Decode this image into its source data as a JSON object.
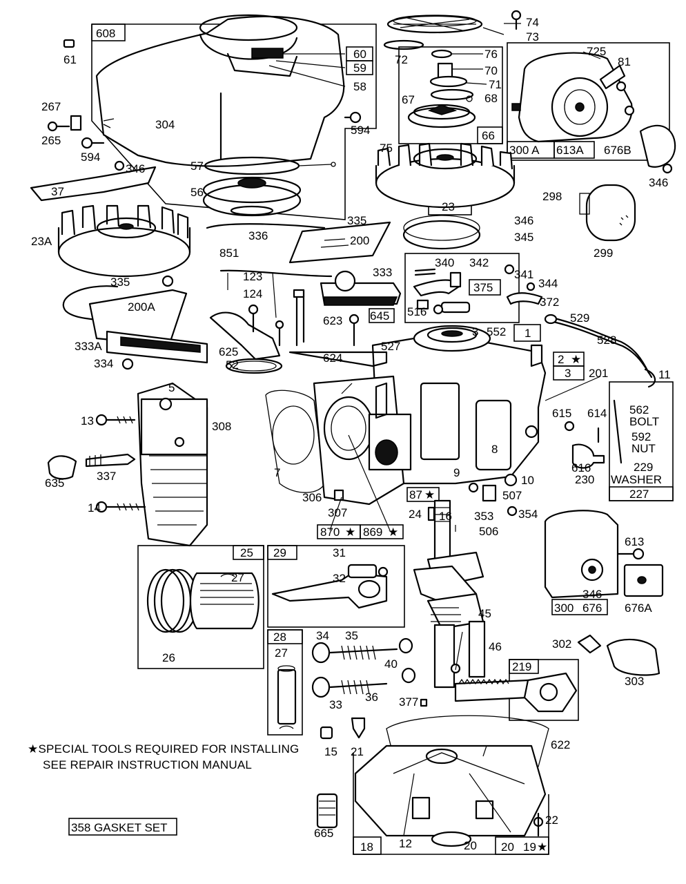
{
  "labels": {
    "l608": "608",
    "l60": "60",
    "l59": "59",
    "l58": "58",
    "l61": "61",
    "l304": "304",
    "l267": "267",
    "l265": "265",
    "l594a": "594",
    "l594b": "594",
    "l346a": "346",
    "l37": "37",
    "l57": "57",
    "l56": "56",
    "l74": "74",
    "l73": "73",
    "l72": "72",
    "l76": "76",
    "l70": "70",
    "l71": "71",
    "l67": "67",
    "l68": "68",
    "l66": "66",
    "l725": "725",
    "l81": "81",
    "l300A": "300 A",
    "l613A": "613A",
    "l676B": "676B",
    "l346b": "346",
    "l75": "75",
    "l23": "23",
    "l23A": "23A",
    "l336": "336",
    "l335a": "335",
    "l200": "200",
    "l346c": "346",
    "l345": "345",
    "l298": "298",
    "l299": "299",
    "l851": "851",
    "l335b": "335",
    "l333": "333",
    "l123": "123",
    "l124": "124",
    "l200A": "200A",
    "l333A": "333A",
    "l334": "334",
    "l340": "340",
    "l342": "342",
    "l341": "341",
    "l375": "375",
    "l344": "344",
    "l516": "516",
    "l372": "372",
    "l645": "645",
    "l623": "623",
    "l529": "529",
    "l528": "528",
    "l3a": "3",
    "l552": "552",
    "l1": "1",
    "l625": "625",
    "l52": "52",
    "l624": "624",
    "l527": "527",
    "l2": "2",
    "l3b": "3",
    "l201": "201",
    "l11": "11",
    "l5": "5",
    "l308": "308",
    "l13": "13",
    "l635": "635",
    "l337": "337",
    "l14": "14",
    "l7": "7",
    "l306": "306",
    "l307": "307",
    "l870": "870",
    "l869": "869",
    "l8": "8",
    "l9": "9",
    "l10": "10",
    "l507": "507",
    "l87": "87",
    "l24": "24",
    "l353": "353",
    "l354": "354",
    "l506": "506",
    "l16": "16",
    "l615": "615",
    "l614": "614",
    "l616": "616",
    "l230": "230",
    "l562": "562",
    "lbolt": "BOLT",
    "l592": "592",
    "lnut": "NUT",
    "l229": "229",
    "lwasher": "WASHER",
    "l227": "227",
    "l613": "613",
    "l300": "300",
    "l346d": "346",
    "l676": "676",
    "l676A": "676A",
    "l25": "25",
    "l27a": "27",
    "l26": "26",
    "l29": "29",
    "l31": "31",
    "l32": "32",
    "l28": "28",
    "l27b": "27",
    "l34": "34",
    "l35": "35",
    "l33": "33",
    "l36": "36",
    "l40": "40",
    "l45": "45",
    "l46": "46",
    "l219": "219",
    "l302": "302",
    "l303": "303",
    "l377": "377",
    "l15": "15",
    "l21": "21",
    "l622": "622",
    "l665": "665",
    "l22": "22",
    "l18": "18",
    "l12": "12",
    "l20a": "20",
    "l20b": "20",
    "l19": "19"
  },
  "note": {
    "line1": "★SPECIAL TOOLS REQUIRED FOR INSTALLING",
    "line2": "SEE REPAIR INSTRUCTION MANUAL"
  },
  "gasket_set": "358 GASKET SET"
}
